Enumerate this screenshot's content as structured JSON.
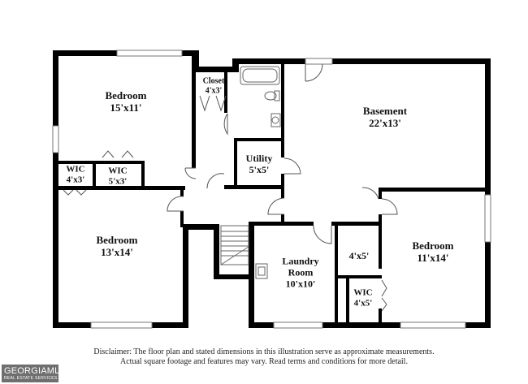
{
  "rooms": {
    "bedroom_upper_left": {
      "name": "Bedroom",
      "dims": "15'x11'"
    },
    "closet": {
      "name": "Closet",
      "dims": "4'x3'"
    },
    "basement": {
      "name": "Basement",
      "dims": "22'x13'"
    },
    "wic_left": {
      "name": "WIC",
      "dims": "4'x3'"
    },
    "wic_mid": {
      "name": "WIC",
      "dims": "5'x3'"
    },
    "utility": {
      "name": "Utility",
      "dims": "5'x5'"
    },
    "bedroom_lower_left": {
      "name": "Bedroom",
      "dims": "13'x14'"
    },
    "laundry": {
      "name": "Laundry\nRoom",
      "name_line1": "Laundry",
      "name_line2": "Room",
      "dims": "10'x10'"
    },
    "closet_4x5": {
      "dims": "4'x5'"
    },
    "wic_lower": {
      "name": "WIC",
      "dims": "4'x5'"
    },
    "bedroom_right": {
      "name": "Bedroom",
      "dims": "11'x14'"
    }
  },
  "disclaimer": {
    "line1": "Disclaimer: The floor plan and stated dimensions in this illustration serve as approximate measurements.",
    "line2": "Actual square footage and features may vary. Read terms and conditions for more detail."
  },
  "logo": {
    "brand": "GEORGIAMLS",
    "tagline": "REAL ESTATE SERVICES"
  },
  "colors": {
    "wall": "#000000",
    "fixture": "#666666",
    "window": "#9a9a9a",
    "logo_bg": "#6f6f6f"
  }
}
